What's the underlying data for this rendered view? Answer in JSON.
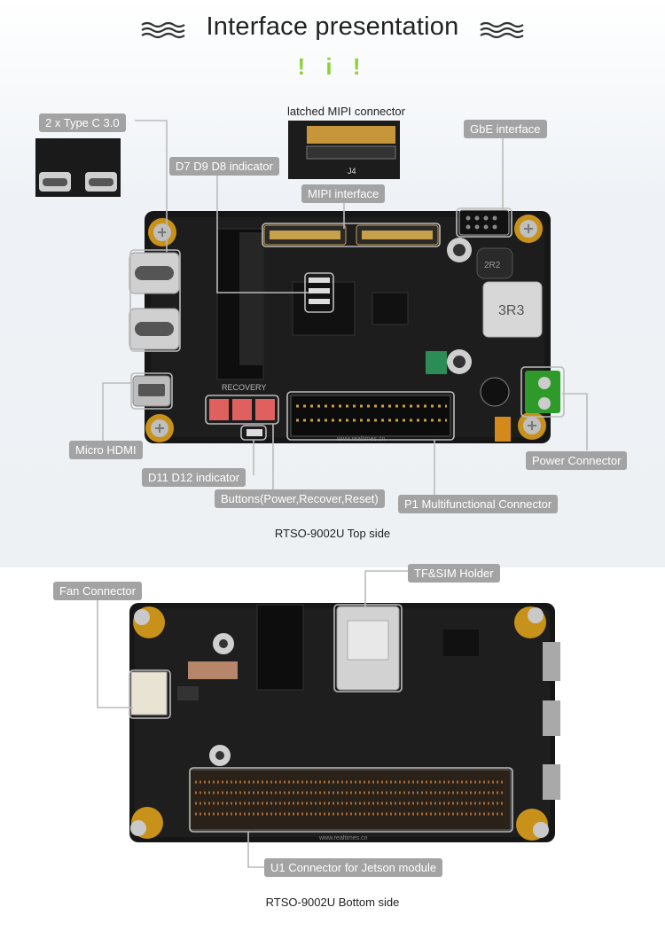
{
  "header": {
    "title": "Interface presentation",
    "bangs": "! i !"
  },
  "top": {
    "labels": {
      "type_c": "2 x Type C 3.0",
      "mipi_latched": "latched MIPI connector",
      "gbe": "GbE interface",
      "d7d9d8": "D7 D9 D8 indicator",
      "mipi": "MIPI interface",
      "micro_hdmi": "Micro HDMI",
      "d11d12": "D11 D12 indicator",
      "buttons": "Buttons(Power,Recover,Reset)",
      "p1": "P1 Multifunctional Connector",
      "power": "Power Connector"
    },
    "caption": "RTSO-9002U Top side",
    "silk": {
      "recovery": "RECOVERY",
      "inductor": "3R3",
      "inductor2": "2R2",
      "j4": "J4",
      "site": "www.realtimes.cn"
    }
  },
  "bottom": {
    "labels": {
      "fan": "Fan Connector",
      "tf_sim": "TF&SIM Holder",
      "u1": "U1 Connector for Jetson module"
    },
    "caption": "RTSO-9002U Bottom side",
    "silk": {
      "site": "www.realtimes.cn"
    }
  },
  "colors": {
    "accent": "#8fd03a",
    "label_bg": "#a3a3a3",
    "pcb": "#151515",
    "gold": "#c8921a"
  }
}
